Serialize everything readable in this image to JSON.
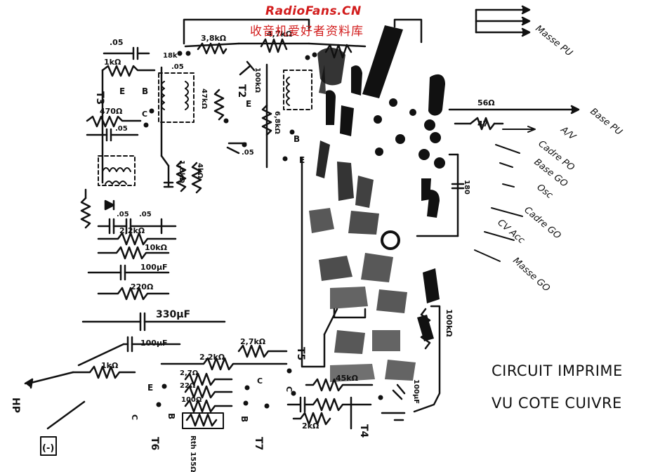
{
  "watermark": {
    "site": "RadioFans.CN",
    "subtitle": "收音机爱好者资料库",
    "color": "#d21c1c"
  },
  "caption": {
    "line1": "CIRCUIT  IMPRIME",
    "line2": "VU  COTE  CUIVRE"
  },
  "right_labels": {
    "masse_pu": "Masse PU",
    "base_pu": "Base PU",
    "av": "A/V",
    "cadre_po": "Cadre PO",
    "base_go": "Base GO",
    "osc": "Osc",
    "cadre_go": "Cadre GO",
    "cv_acc": "CV Acc",
    "masse_go": "Masse GO"
  },
  "components": {
    "c_05_top": ".05",
    "r_1k_left": "1kΩ",
    "t3": "T3",
    "e1": "E",
    "b1": "B",
    "c1": "C",
    "r_470": "470Ω",
    "c_05_b": ".05",
    "r_3_8k": "3,8kΩ",
    "r_4_7k": "4,7kΩ",
    "c_05_mid": ".05",
    "r_8k": "18k",
    "t2": "T2",
    "e2": "E",
    "r_47k": "47kΩ",
    "r_100k": "100kΩ",
    "r_6_8k": "6,8kΩ",
    "b2": "B",
    "e3": "E",
    "c_05_c": ".05",
    "r_1k8": "1,8kΩ",
    "r_4k": "4kΩ",
    "c_05_d": ".05",
    "c_05_e": ".05",
    "r_2_2k_a": "2,2kΩ",
    "r_10k": "10kΩ",
    "cap_100uf": "100µF",
    "r_220": "220Ω",
    "cap_330uf": "330µF",
    "cap_100uf_b": "100µF",
    "r_1k_b": "1kΩ",
    "r_2_7k_a": "2,7kΩ",
    "r_2_2k_b": "2,2kΩ",
    "r_2_7k_b": "2,7Ω",
    "r_22": "22Ω",
    "r_100": "100Ω",
    "rth": "Rth 155Ω",
    "e6": "E",
    "c6": "C",
    "b6": "B",
    "t6": "T6",
    "b7": "B",
    "c7": "C",
    "t7": "T7",
    "t5": "T5",
    "c5": "C",
    "r_56": "56Ω",
    "c_47": "47",
    "c_180": "180",
    "r_100k_b": "100kΩ",
    "r_45k": "45kΩ",
    "r_2k": "2kΩ",
    "t4": "T4",
    "cap_100uf_c": "100µF",
    "hp": "HP",
    "minus": "(-)"
  }
}
